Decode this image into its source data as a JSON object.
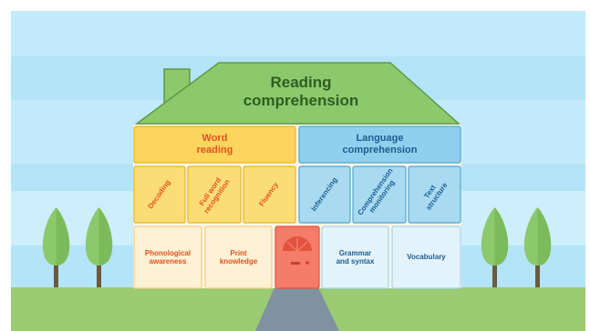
{
  "roof": {
    "title": "Reading\ncomprehension"
  },
  "word_reading": {
    "title": "Word\nreading",
    "row1": [
      "Decoding",
      "Full word\nrecognition",
      "Fluency"
    ],
    "row2": [
      "Phonological\nawareness",
      "Print\nknowledge"
    ]
  },
  "language_comprehension": {
    "title": "Language\ncomprehension",
    "row1": [
      "Inferencing",
      "Comprehension\nmonitoring",
      "Text\nstructure"
    ],
    "row2": [
      "Grammar\nand syntax",
      "Vocabulary"
    ]
  },
  "colors": {
    "sky": "#b4e4f8",
    "grass": "#9bcb73",
    "roof": "#8cc96d",
    "word_reading": "#fbd55c",
    "word_reading_text": "#e2531f",
    "language": "#8fd0ee",
    "language_text": "#1d5d8f",
    "door": "#f47c69",
    "tree": "#8cc96d"
  }
}
